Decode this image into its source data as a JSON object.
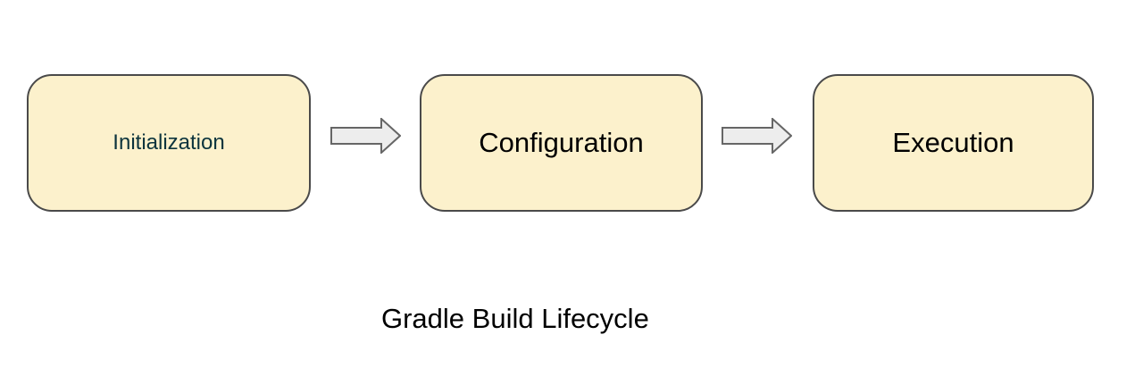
{
  "diagram": {
    "title": "Gradle Build Lifecycle",
    "type": "flowchart-left-to-right",
    "nodes": [
      {
        "id": "initialization",
        "label": "Initialization",
        "fill": "#FCF1CC",
        "border_color": "#4A4A4A",
        "text_color": "#0C343D"
      },
      {
        "id": "configuration",
        "label": "Configuration",
        "fill": "#FCF1CC",
        "border_color": "#4A4A4A",
        "text_color": "#000000"
      },
      {
        "id": "execution",
        "label": "Execution",
        "fill": "#FCF1CC",
        "border_color": "#4A4A4A",
        "text_color": "#000000"
      }
    ],
    "connectors": [
      {
        "from": "initialization",
        "to": "configuration",
        "shape": "block-arrow-right",
        "fill": "#EDEDED",
        "stroke": "#666666"
      },
      {
        "from": "configuration",
        "to": "execution",
        "shape": "block-arrow-right",
        "fill": "#EDEDED",
        "stroke": "#666666"
      }
    ]
  }
}
